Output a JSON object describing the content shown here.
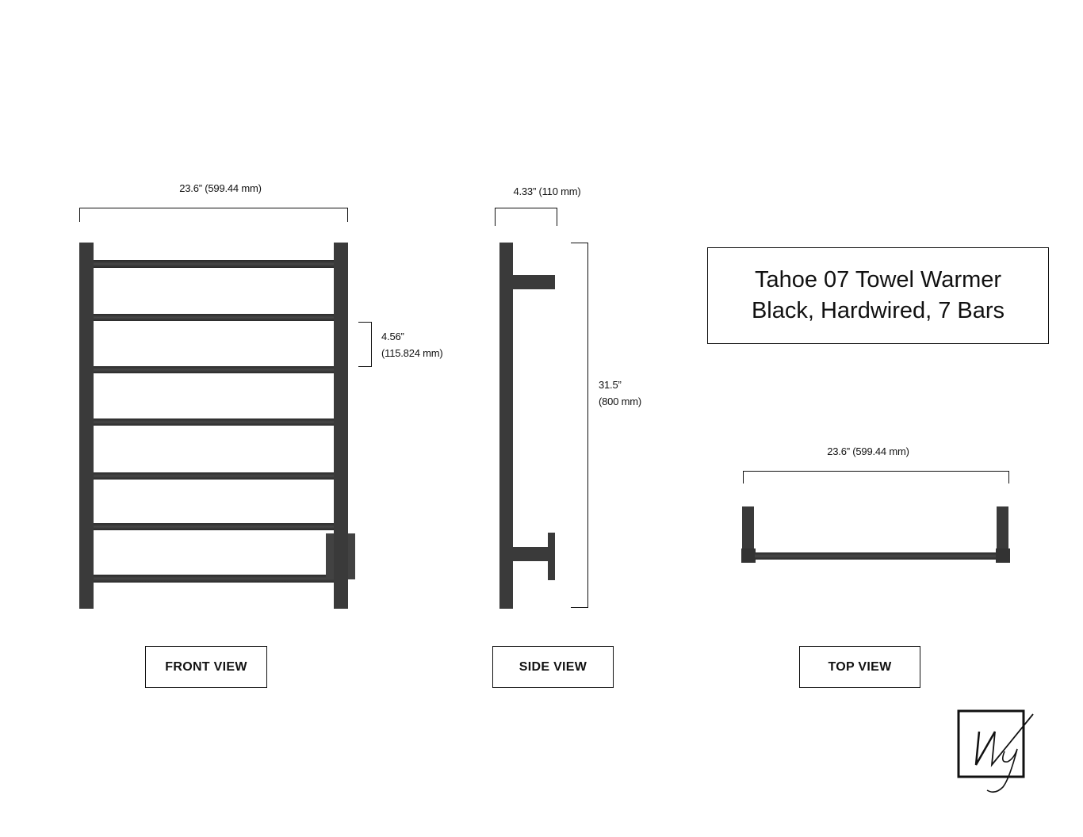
{
  "title": {
    "line1": "Tahoe 07 Towel Warmer",
    "line2": "Black, Hardwired, 7 Bars"
  },
  "front_view": {
    "label": "FRONT VIEW",
    "width_dim": "23.6” (599.44 mm)",
    "spacing_dim_line1": "4.56”",
    "spacing_dim_line2": "(115.824 mm)",
    "bar_count": 7
  },
  "side_view": {
    "label": "SIDE VIEW",
    "depth_dim": "4.33” (110 mm)",
    "height_dim_line1": "31.5”",
    "height_dim_line2": "(800 mm)"
  },
  "top_view": {
    "label": "TOP VIEW",
    "width_dim": "23.6” (599.44 mm)"
  },
  "logo": {
    "text": "Wy"
  },
  "colors": {
    "metal": "#3a3a3a",
    "line": "#111111"
  }
}
